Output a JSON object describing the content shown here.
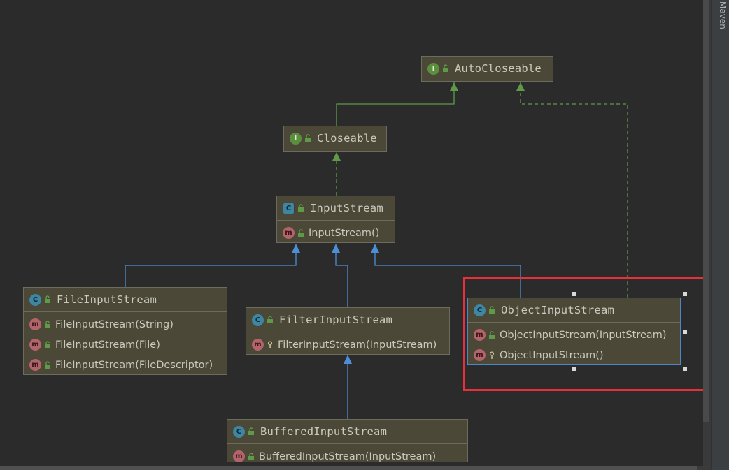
{
  "side_panel": {
    "label": "Maven"
  },
  "colors": {
    "interface_link": "#5f9a48",
    "class_link": "#4d8fd6",
    "highlight": "#e8303a",
    "node_bg": "#4b4838"
  },
  "nodes": {
    "autocloseable": {
      "kind": "I",
      "name": "AutoCloseable",
      "members": []
    },
    "closeable": {
      "kind": "I",
      "name": "Closeable",
      "members": []
    },
    "inputstream": {
      "kind": "C",
      "name": "InputStream",
      "members": [
        {
          "label": "InputStream()",
          "visibility": "public"
        }
      ]
    },
    "fileinputstream": {
      "kind": "C",
      "name": "FileInputStream",
      "members": [
        {
          "label": "FileInputStream(String)",
          "visibility": "public"
        },
        {
          "label": "FileInputStream(File)",
          "visibility": "public"
        },
        {
          "label": "FileInputStream(FileDescriptor)",
          "visibility": "public"
        }
      ]
    },
    "filterinputstream": {
      "kind": "C",
      "name": "FilterInputStream",
      "members": [
        {
          "label": "FilterInputStream(InputStream)",
          "visibility": "protected"
        }
      ]
    },
    "objectinputstream": {
      "kind": "C",
      "name": "ObjectInputStream",
      "members": [
        {
          "label": "ObjectInputStream(InputStream)",
          "visibility": "public"
        },
        {
          "label": "ObjectInputStream()",
          "visibility": "protected"
        }
      ]
    },
    "bufferedinputstream": {
      "kind": "C",
      "name": "BufferedInputStream",
      "members": [
        {
          "label": "BufferedInputStream(InputStream)",
          "visibility": "public"
        }
      ]
    }
  },
  "icons": {
    "interface": "I",
    "class": "C",
    "method": "m"
  }
}
